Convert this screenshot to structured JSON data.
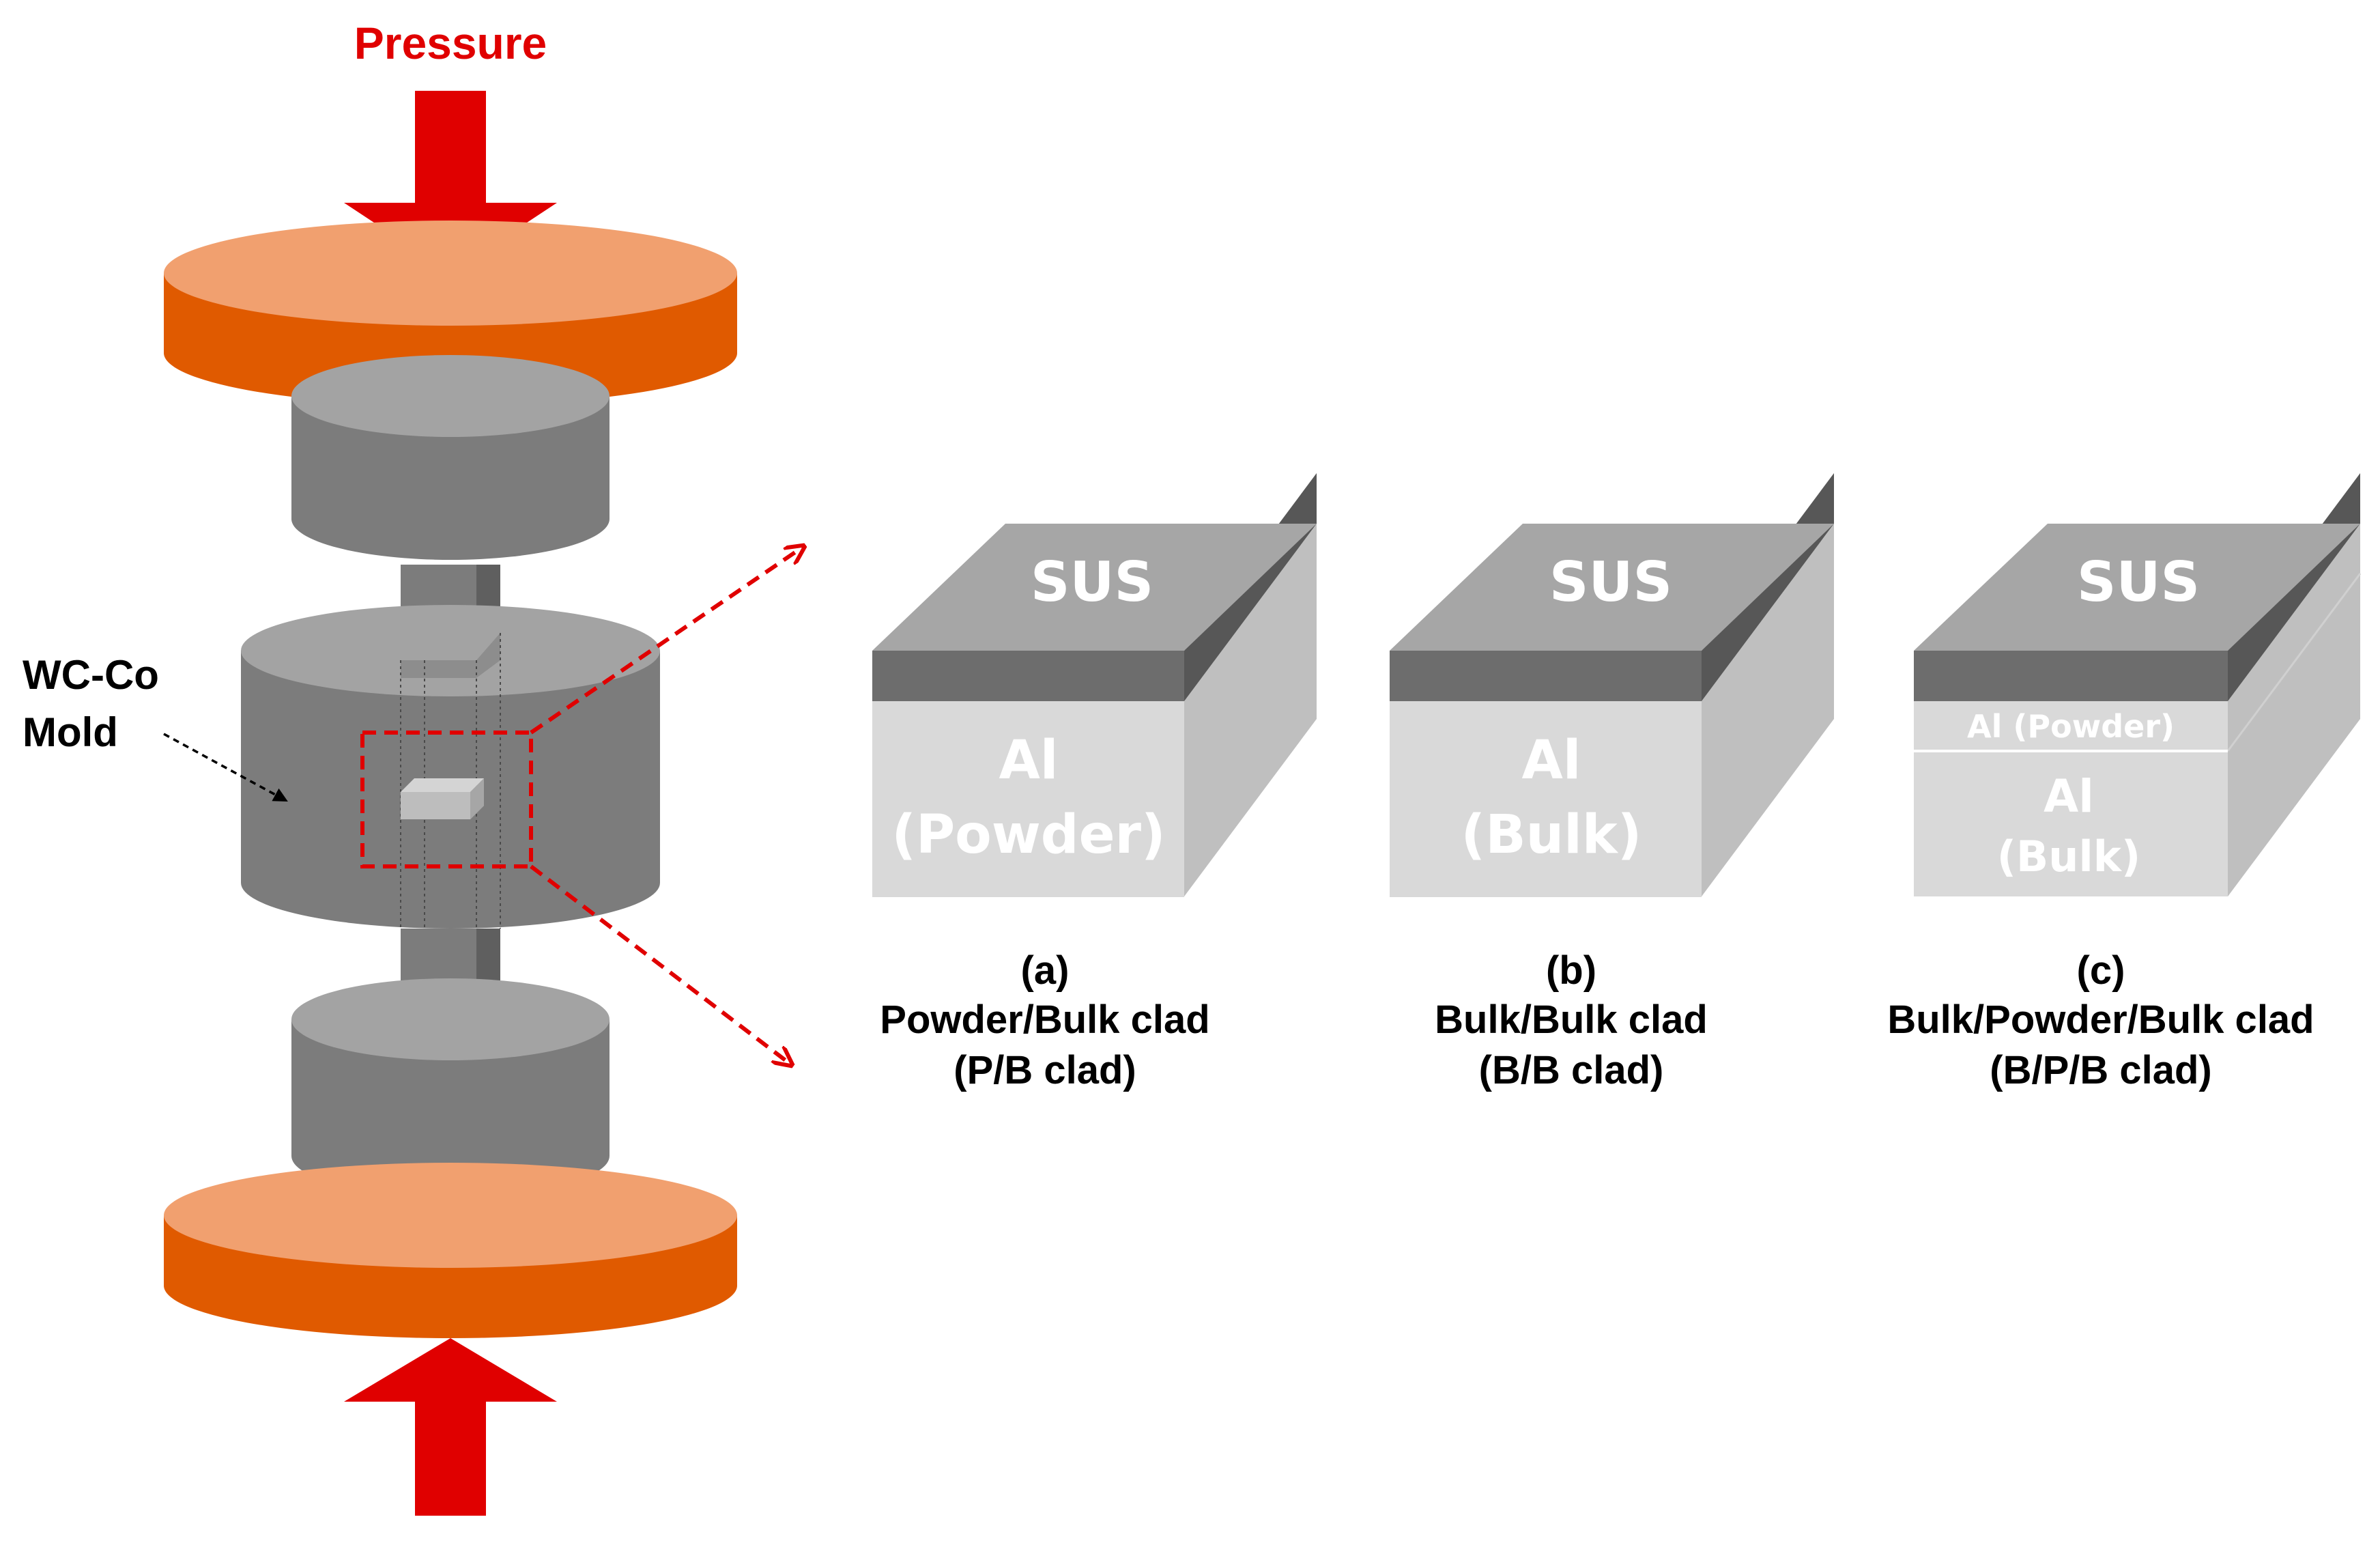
{
  "diagram": {
    "pressure_label": "Pressure",
    "mold_label_line1": "WC-Co",
    "mold_label_line2": "Mold",
    "colors": {
      "pressure_arrow": "#e00000",
      "plate_top": "#f1a06f",
      "plate_side": "#e05a00",
      "punch_top": "#a3a3a3",
      "punch_side": "#7c7c7c",
      "sus_top": "#a6a6a6",
      "sus_side": "#6d6d6d",
      "al_front": "#d9d9d9",
      "al_side": "#bfbfbf",
      "highlight_box": "#e00000"
    },
    "blocks": [
      {
        "top_label": "SUS",
        "layers": [
          "Al",
          "(Powder)"
        ],
        "caption_letter": "(a)",
        "caption_title": "Powder/Bulk clad",
        "caption_abbr": "(P/B clad)"
      },
      {
        "top_label": "SUS",
        "layers": [
          "Al",
          "(Bulk)"
        ],
        "caption_letter": "(b)",
        "caption_title": "Bulk/Bulk clad",
        "caption_abbr": "(B/B clad)"
      },
      {
        "top_label": "SUS",
        "powder_layer": "Al (Powder)",
        "layers": [
          "Al",
          "(Bulk)"
        ],
        "caption_letter": "(c)",
        "caption_title": "Bulk/Powder/Bulk clad",
        "caption_abbr": "(B/P/B clad)"
      }
    ]
  }
}
